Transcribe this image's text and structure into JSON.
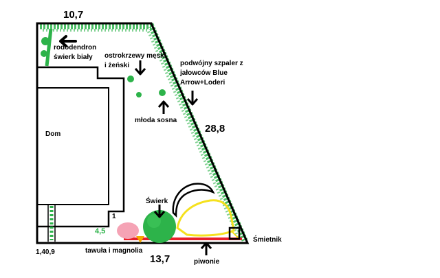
{
  "dimensions": {
    "top": "10,7",
    "diagonal": "28,8",
    "bottom": "13,7",
    "bottom_left": "1,40,9",
    "left_low": "4,5",
    "step": "1"
  },
  "labels": {
    "rododendron": "rododendron",
    "swierk_bialy": "świerk biały",
    "ostrokrzewy_line1": "ostrokrzewy męski",
    "ostrokrzewy_line2": "i żeński",
    "szpaler_line1": "podwójny szpaler z",
    "szpaler_line2": "jałowców Blue",
    "szpaler_line3": "Arrow+Loderi",
    "mloda_sosna": "młoda sosna",
    "dom": "Dom",
    "swierk": "Świerk",
    "smietnik": "Śmietnik",
    "tawula": "tawuła i magnolia",
    "piwonie": "piwonie"
  },
  "colors": {
    "outline": "#000000",
    "hedge_green": "#2db34a",
    "pink": "#f5a3b5",
    "red": "#e8202a",
    "yellow": "#f5e11e",
    "orange": "#f5a800",
    "step_green": "#2db34a"
  },
  "icons": [
    "arrow-left-icon",
    "arrow-down-icon",
    "arrow-up-icon",
    "trash-bin-icon"
  ]
}
